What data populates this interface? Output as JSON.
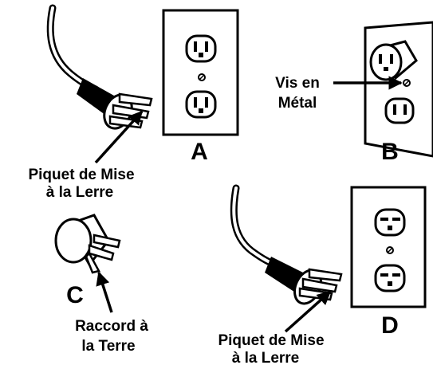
{
  "labels": {
    "panel_a": "A",
    "panel_b": "B",
    "panel_c": "C",
    "panel_d": "D",
    "ground_pin_a_line1": "Piquet de Mise",
    "ground_pin_a_line2": "à la Lerre",
    "metal_screw_line1": "Vis en",
    "metal_screw_line2": "Métal",
    "adapter_line1": "Raccord à",
    "adapter_line2": "la Terre",
    "ground_pin_d_line1": "Piquet de Mise",
    "ground_pin_d_line2": "à la Lerre"
  },
  "colors": {
    "ink": "#000000",
    "paper": "#ffffff"
  }
}
